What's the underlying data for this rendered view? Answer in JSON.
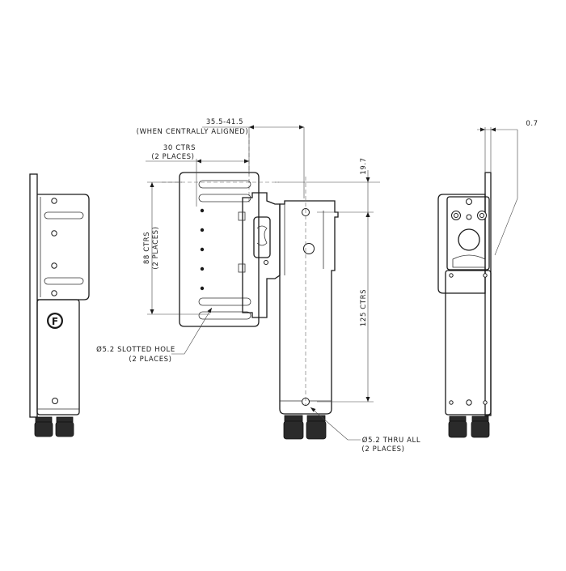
{
  "dimensions": {
    "adjust_value": "35.5-41.5",
    "adjust_note": "(WHEN CENTRALLY ALIGNED)",
    "ctrs_30": "30 CTRS",
    "ctrs_30_note": "(2 PLACES)",
    "ctrs_88": "88 CTRS",
    "ctrs_88_note": "(2 PLACES)",
    "ctrs_125": "125 CTRS",
    "offset_19": "19.7",
    "gap_value": "0.7",
    "slotted_hole": "Ø5.2 SLOTTED HOLE",
    "slotted_hole_note": "(2 PLACES)",
    "thru_all": "Ø5.2 THRU ALL",
    "thru_all_note": "(2 PLACES)"
  },
  "logo": {
    "letter": "F"
  }
}
